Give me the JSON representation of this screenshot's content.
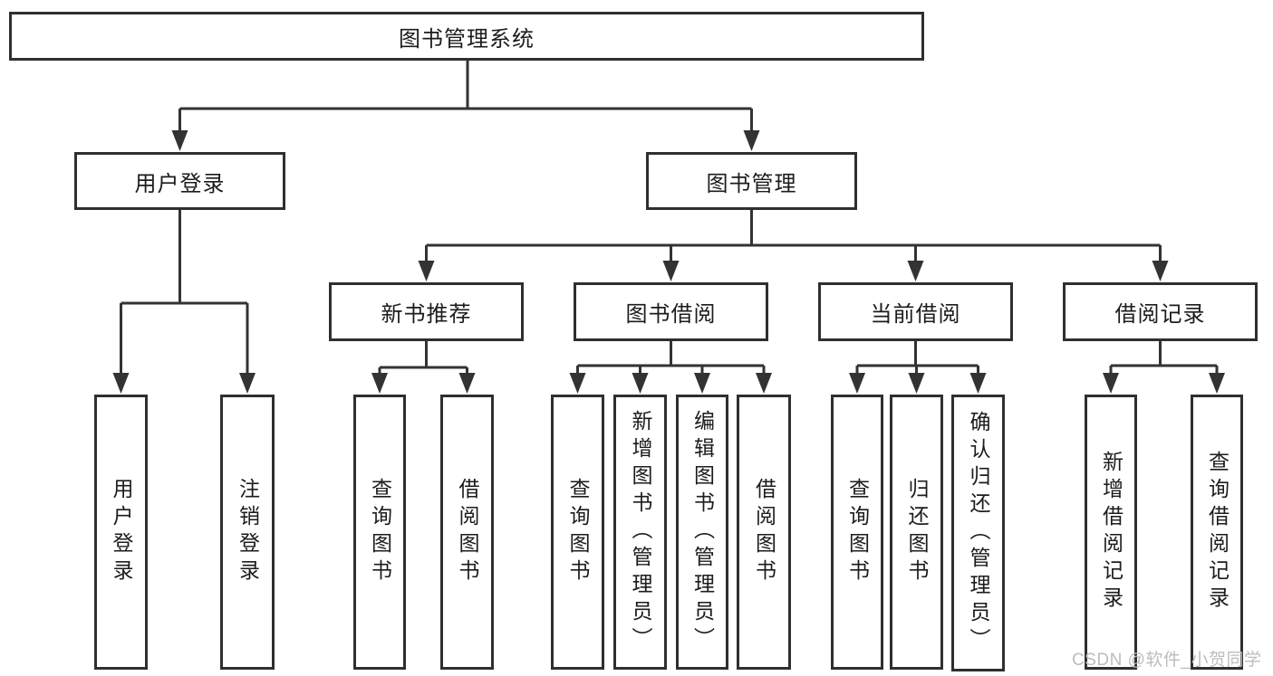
{
  "diagram": {
    "tree": {
      "root": {
        "label": "图书管理系统",
        "children": [
          {
            "label": "用户登录",
            "children": [
              {
                "label": "用户登录"
              },
              {
                "label": "注销登录"
              }
            ]
          },
          {
            "label": "图书管理",
            "children": [
              {
                "label": "新书推荐",
                "children": [
                  {
                    "label": "查询图书"
                  },
                  {
                    "label": "借阅图书"
                  }
                ]
              },
              {
                "label": "图书借阅",
                "children": [
                  {
                    "label": "查询图书"
                  },
                  {
                    "label": "新增图书（管理员）"
                  },
                  {
                    "label": "编辑图书（管理员）"
                  },
                  {
                    "label": "借阅图书"
                  }
                ]
              },
              {
                "label": "当前借阅",
                "children": [
                  {
                    "label": "查询图书"
                  },
                  {
                    "label": "归还图书"
                  },
                  {
                    "label": "确认归还（管理员）"
                  }
                ]
              },
              {
                "label": "借阅记录",
                "children": [
                  {
                    "label": "新增借阅记录"
                  },
                  {
                    "label": "查询借阅记录"
                  }
                ]
              }
            ]
          }
        ]
      }
    },
    "colors": {
      "line": "#333333",
      "border": "#2f2f2f",
      "text": "#1c1c1c",
      "background": "#ffffff",
      "watermark": "#bcbcbc"
    }
  },
  "watermark": {
    "text": "CSDN @软件_小贺同学"
  }
}
